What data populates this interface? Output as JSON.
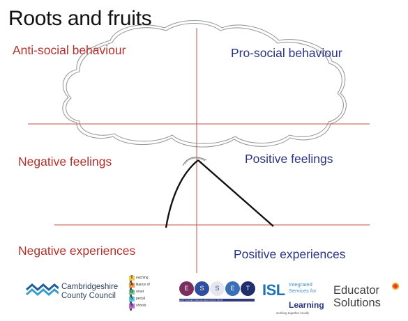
{
  "title": "Roots and fruits",
  "quadrants": {
    "top_left": "Anti-social behaviour",
    "top_right": "Pro-social behaviour",
    "middle_left": "Negative feelings",
    "middle_right": "Positive feelings",
    "bottom_left": "Negative experiences",
    "bottom_right": "Positive experiences"
  },
  "colors": {
    "negative_text": "#b2312c",
    "positive_text": "#2a3480",
    "axis_line": "#c8504a"
  },
  "logos": {
    "cambridgeshire": {
      "line1": "Cambridgeshire",
      "line2": "County Council"
    },
    "tados": {
      "words": [
        "eaching",
        "lliance of",
        "orset",
        "pecial",
        "chools"
      ],
      "capitals": [
        "T",
        "A",
        "D",
        "S",
        "S"
      ]
    },
    "esset": {
      "letters": [
        "E",
        "S",
        "S",
        "E",
        "T"
      ],
      "tagline": "EAST SUSSEX SPECIAL EDUCATION TRUST"
    },
    "isl": {
      "abbr": "ISL",
      "line1": "Integrated",
      "line2": "Services for",
      "line3": "Learning",
      "tagline": "working together locally"
    },
    "educator": {
      "line1": "Educator",
      "line2": "Solutions"
    }
  }
}
